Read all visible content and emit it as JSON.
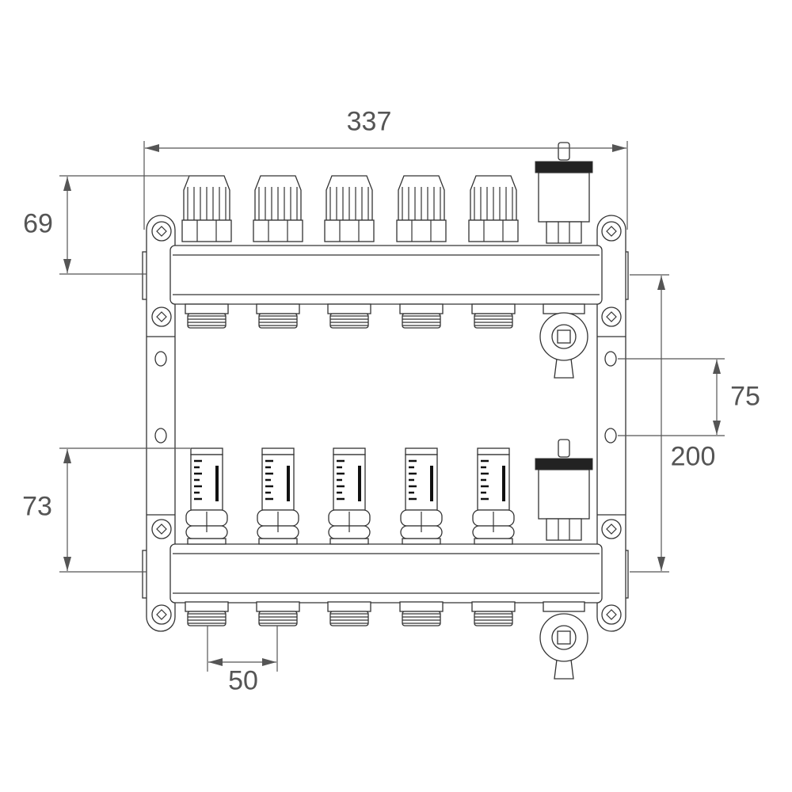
{
  "diagram": {
    "title": "Underfloor heating manifold, 5 circuits",
    "circuits": 5,
    "stroke_color": "#333333",
    "dimension_color": "#555555",
    "dimensions": {
      "overall_width": "337",
      "top_valve_height": "69",
      "bottom_flowmeter_height": "73",
      "bracket_hole_spacing": "75",
      "bar_spacing": "200",
      "outlet_spacing": "50"
    }
  }
}
